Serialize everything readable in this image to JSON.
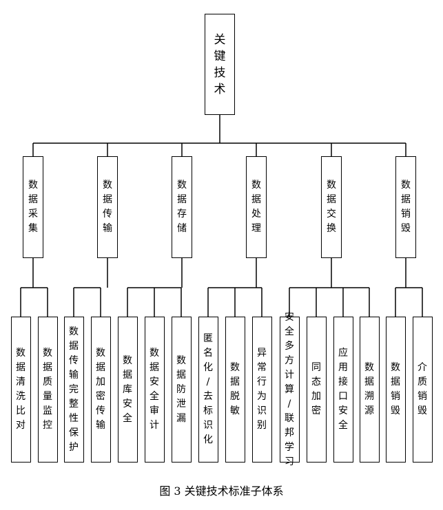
{
  "root": {
    "label": "关键技术"
  },
  "categories": [
    {
      "label": "数据采集",
      "children": [
        "数据清洗比对",
        "数据质量监控"
      ]
    },
    {
      "label": "数据传输",
      "children": [
        "数据传输完整性保护",
        "数据加密传输"
      ]
    },
    {
      "label": "数据存储",
      "children": [
        "数据库安全",
        "数据安全审计",
        "数据防泄漏"
      ]
    },
    {
      "label": "数据处理",
      "children": [
        "匿名化/去标识化",
        "数据脱敏",
        "异常行为识别"
      ]
    },
    {
      "label": "数据交换",
      "children": [
        "安全多方计算/联邦学习",
        "同态加密",
        "应用接口安全",
        "数据溯源"
      ]
    },
    {
      "label": "数据销毁",
      "children": [
        "数据销毁",
        "介质销毁"
      ]
    }
  ],
  "caption": "图 3  关键技术标准子体系"
}
